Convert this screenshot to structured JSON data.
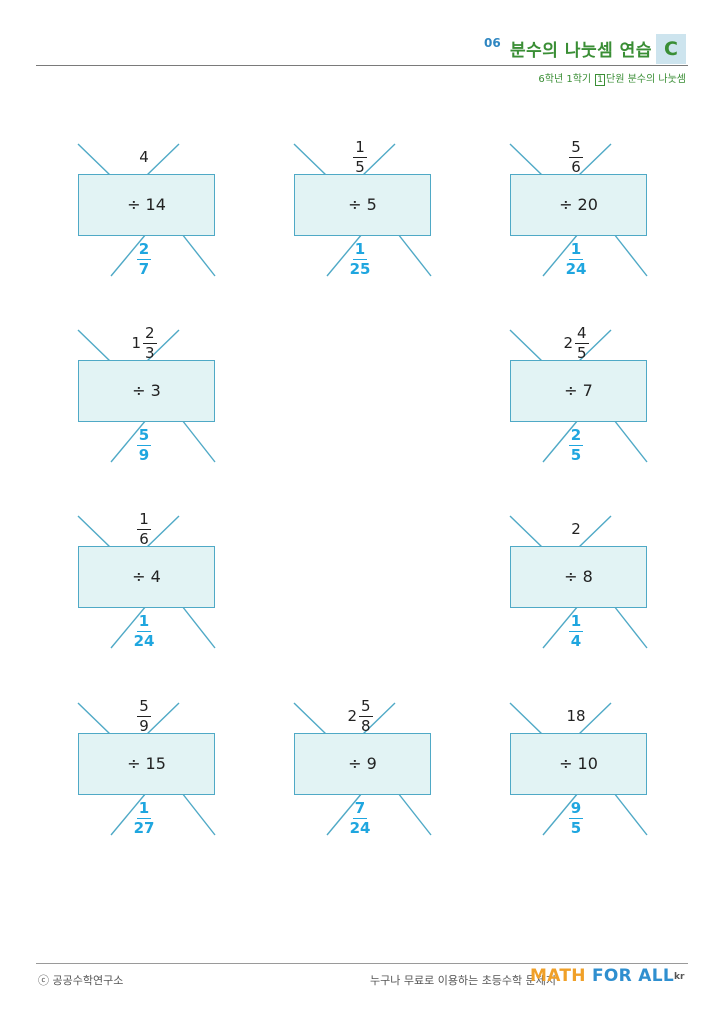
{
  "header": {
    "number": "06",
    "title": "분수의 나눗셈 연습",
    "level": "C",
    "subtitle_grade": "6학년 1학기",
    "subtitle_unit_number": "1",
    "subtitle_unit": "단원 분수의 나눗셈"
  },
  "problems": [
    {
      "top_whole": "4",
      "top_num": "",
      "top_den": "",
      "divisor": "÷ 14",
      "ans_whole": "",
      "ans_num": "2",
      "ans_den": "7"
    },
    {
      "top_whole": "",
      "top_num": "1",
      "top_den": "5",
      "divisor": "÷ 5",
      "ans_whole": "",
      "ans_num": "1",
      "ans_den": "25"
    },
    {
      "top_whole": "",
      "top_num": "5",
      "top_den": "6",
      "divisor": "÷ 20",
      "ans_whole": "",
      "ans_num": "1",
      "ans_den": "24"
    },
    {
      "top_whole": "1",
      "top_num": "2",
      "top_den": "3",
      "divisor": "÷ 3",
      "ans_whole": "",
      "ans_num": "5",
      "ans_den": "9"
    },
    {
      "top_whole": "2",
      "top_num": "4",
      "top_den": "5",
      "divisor": "÷ 7",
      "ans_whole": "",
      "ans_num": "2",
      "ans_den": "5"
    },
    {
      "top_whole": "",
      "top_num": "1",
      "top_den": "6",
      "divisor": "÷ 4",
      "ans_whole": "",
      "ans_num": "1",
      "ans_den": "24"
    },
    {
      "top_whole": "2",
      "top_num": "",
      "top_den": "",
      "divisor": "÷ 8",
      "ans_whole": "",
      "ans_num": "1",
      "ans_den": "4"
    },
    {
      "top_whole": "",
      "top_num": "5",
      "top_den": "9",
      "divisor": "÷ 15",
      "ans_whole": "",
      "ans_num": "1",
      "ans_den": "27"
    },
    {
      "top_whole": "2",
      "top_num": "5",
      "top_den": "8",
      "divisor": "÷ 9",
      "ans_whole": "",
      "ans_num": "7",
      "ans_den": "24"
    },
    {
      "top_whole": "18",
      "top_num": "",
      "top_den": "",
      "divisor": "÷ 10",
      "ans_whole": "",
      "ans_num": "9",
      "ans_den": "5"
    }
  ],
  "footer": {
    "copyright": "ⓒ 공공수학연구소",
    "tagline": "누구나 무료로 이용하는 초등수학 문제지",
    "brand_part1": "MATH ",
    "brand_part2": "FOR ALL",
    "brand_suffix": "kr"
  },
  "colors": {
    "accent_green": "#3a8e35",
    "answer_blue": "#1fa6df",
    "box_fill": "#e2f3f4",
    "box_border": "#4fa9c6"
  }
}
